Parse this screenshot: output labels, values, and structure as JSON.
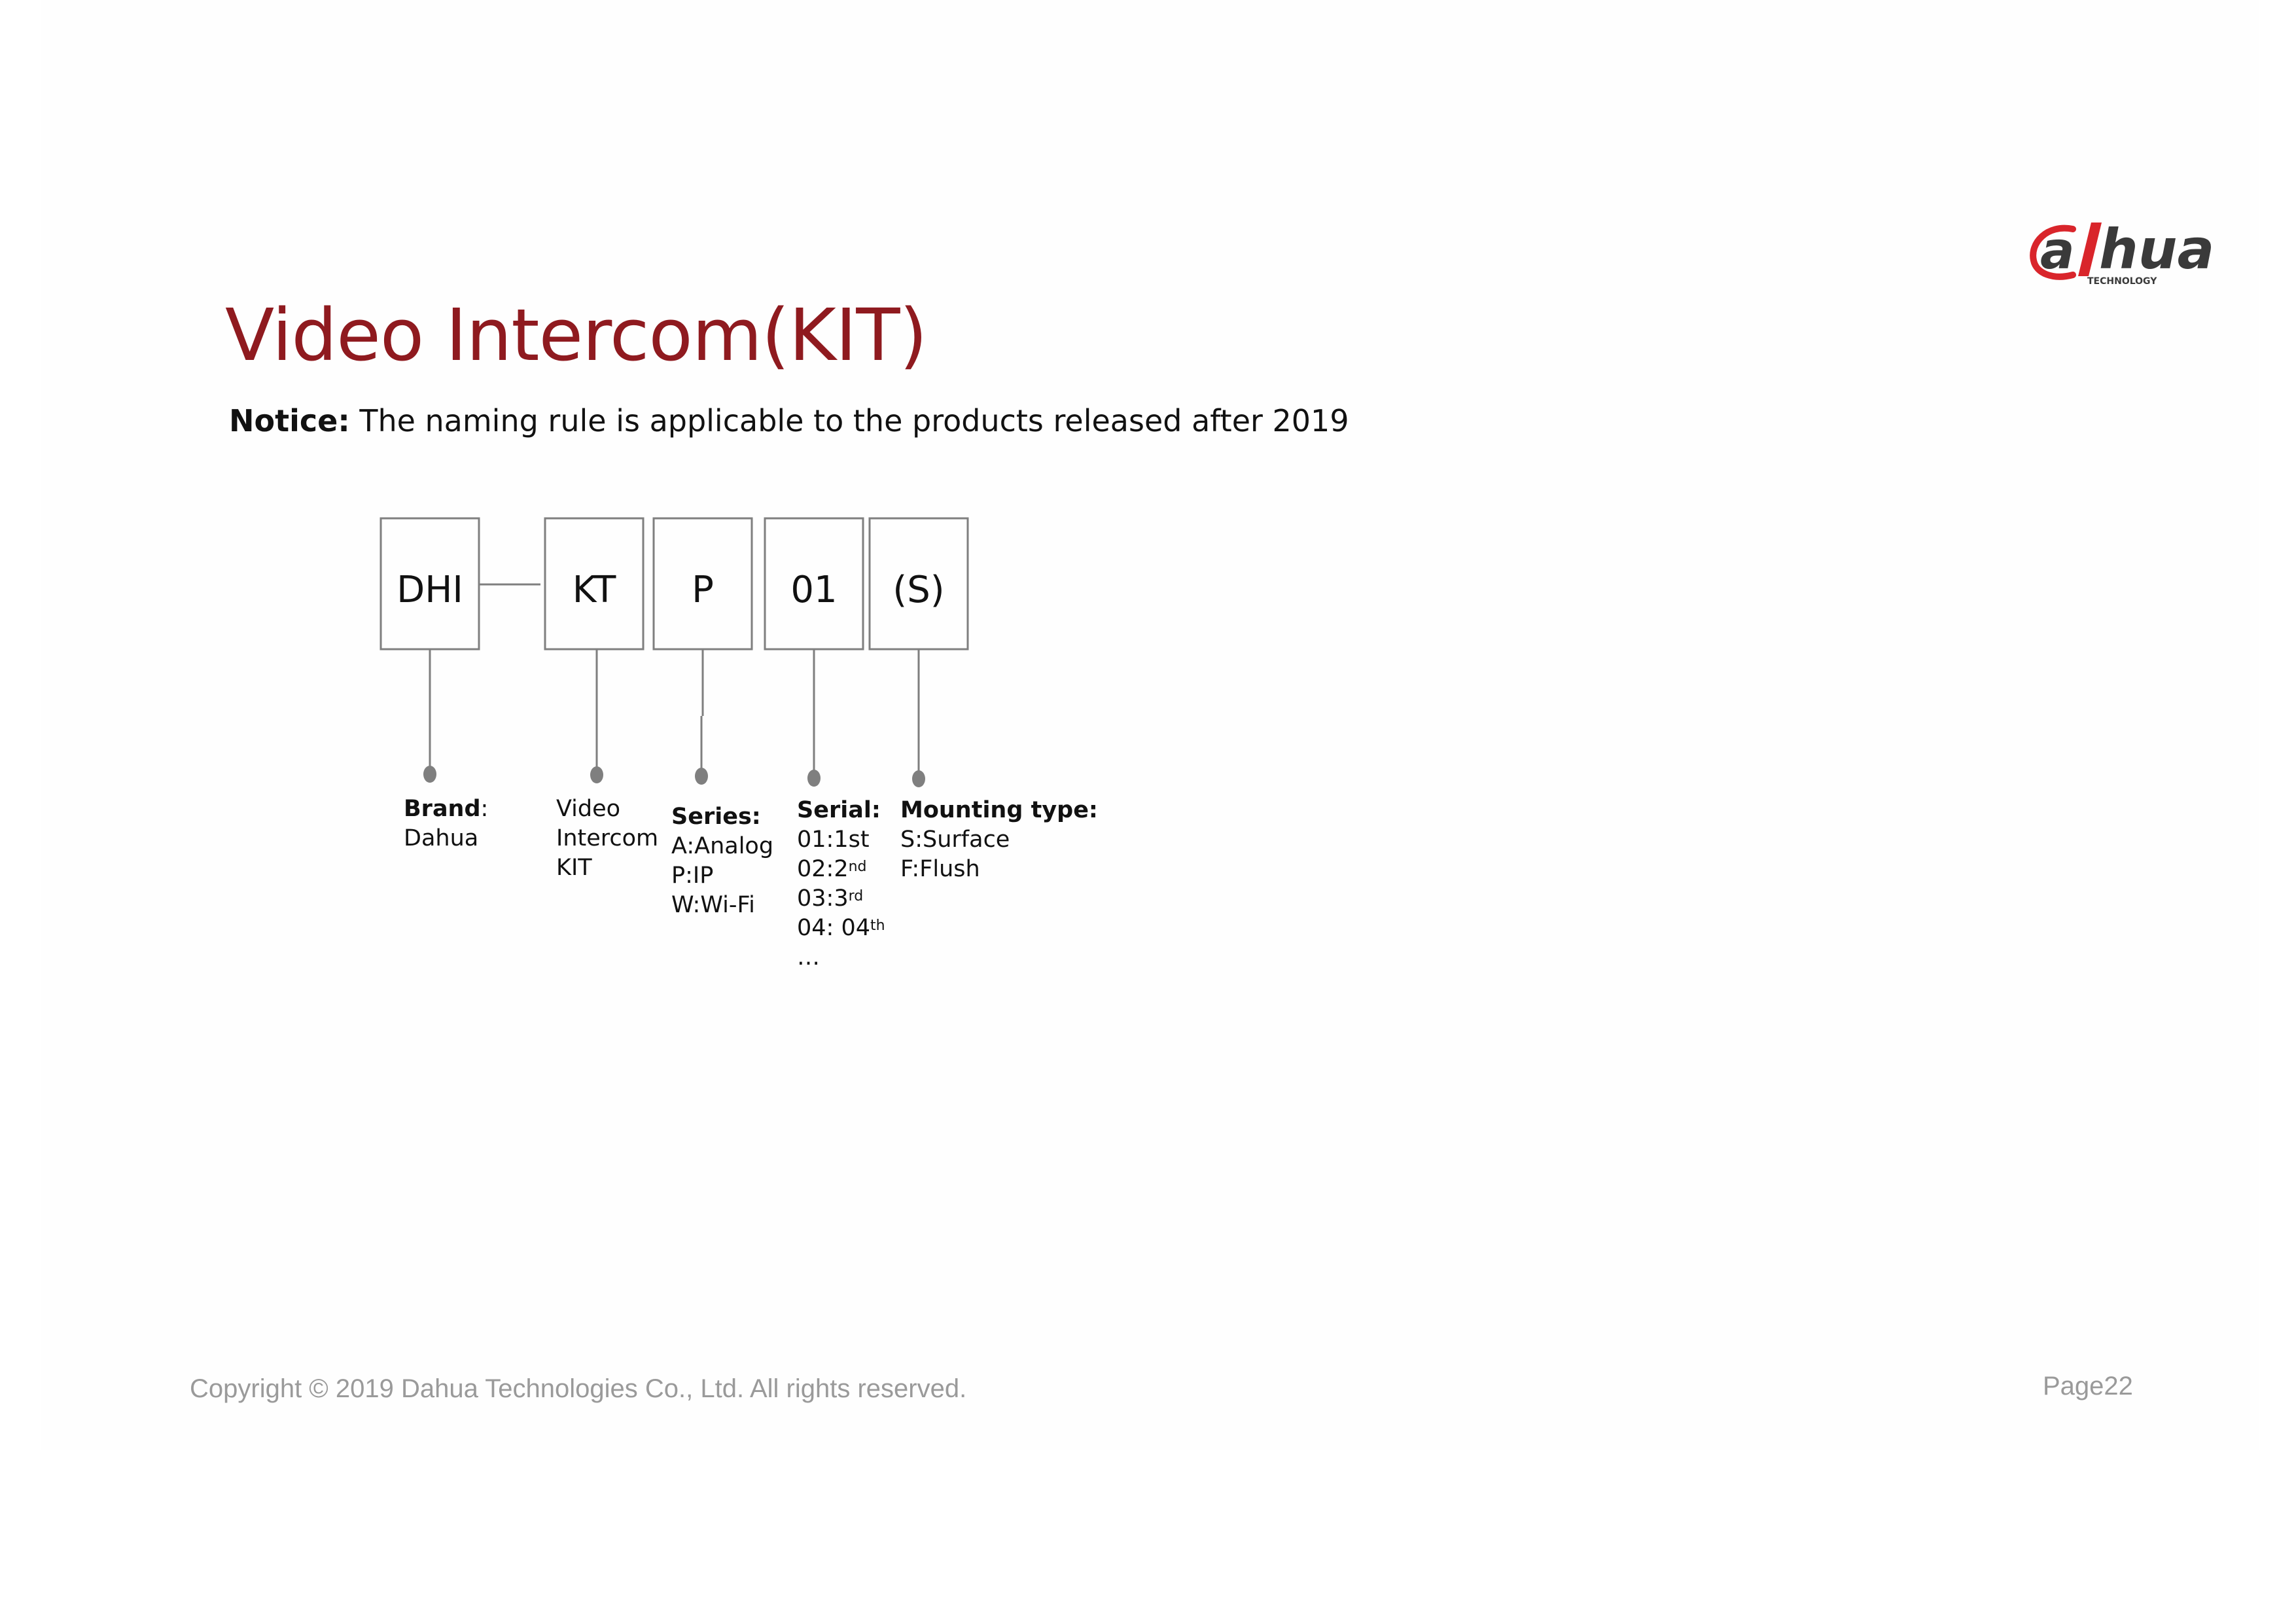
{
  "title": "Video Intercom(KIT)",
  "notice": {
    "label": "Notice:",
    "text": " The naming rule is applicable to the products released after 2019"
  },
  "logo": {
    "wordmark": "a hua",
    "tagline": "TECHNOLOGY",
    "brand_color": "#d9252b",
    "text_color": "#3a3a3a"
  },
  "segments": [
    "DHI",
    "KT",
    "P",
    "01",
    "(S)"
  ],
  "descriptions": {
    "brand": {
      "label": "Brand",
      "sep": ":",
      "lines": [
        "Dahua"
      ]
    },
    "type": {
      "lines": [
        "Video",
        "Intercom",
        "KIT"
      ]
    },
    "series": {
      "label": "Series:",
      "lines": [
        "A:Analog",
        "P:IP",
        "W:Wi-Fi"
      ]
    },
    "serial": {
      "label": "Serial:",
      "lines": [
        {
          "base": "01:1st",
          "sup": ""
        },
        {
          "base": "02:2",
          "sup": "nd"
        },
        {
          "base": "03:3",
          "sup": "rd"
        },
        {
          "base": "04: 04",
          "sup": "th"
        },
        {
          "base": "…",
          "sup": ""
        }
      ]
    },
    "mounting": {
      "label": "Mounting type:",
      "lines": [
        "S:Surface",
        "F:Flush"
      ]
    }
  },
  "footer": {
    "copyright": "Copyright © 2019 Dahua Technologies Co., Ltd. All rights reserved.",
    "page": "Page22"
  },
  "colors": {
    "title": "#8f1a1f",
    "box_border": "#7f7f7f",
    "connector": "#7f7f7f",
    "footer": "#9a9a9a"
  }
}
